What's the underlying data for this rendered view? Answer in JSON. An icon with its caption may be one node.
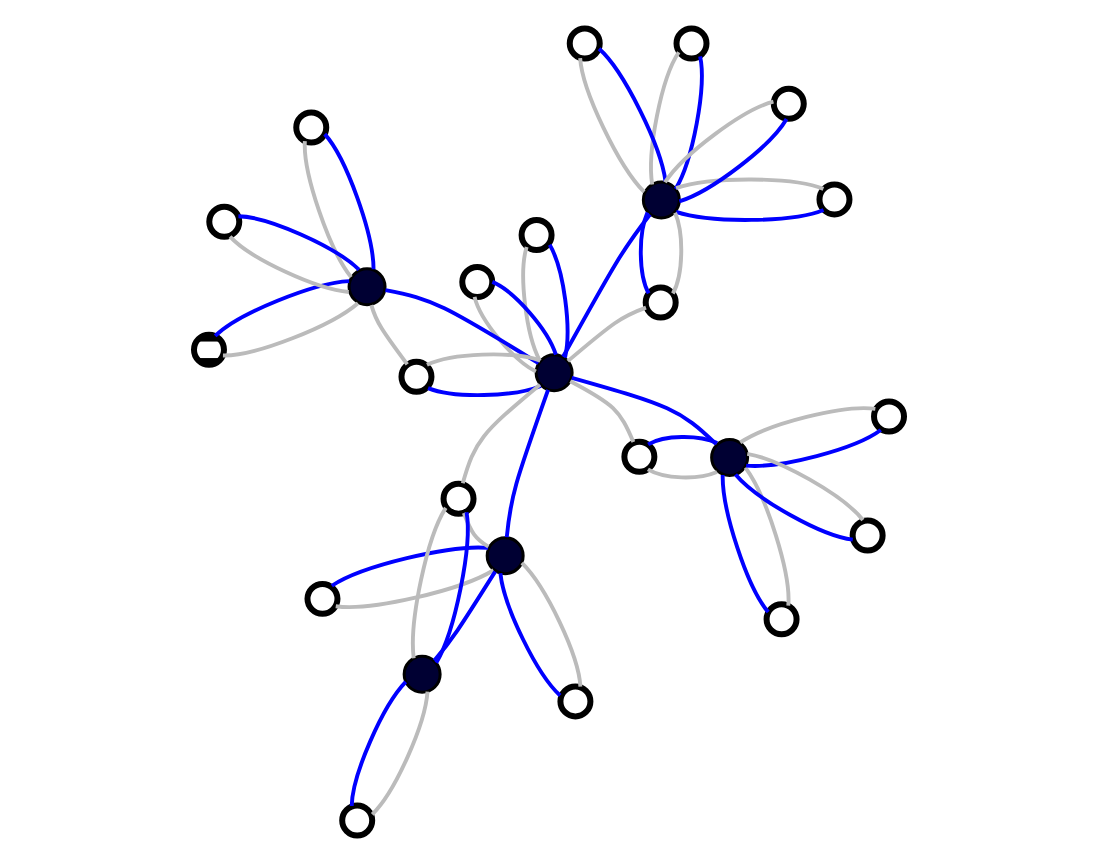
{
  "diagram": {
    "nodes": [
      {
        "text": [],
        "shape": "dot"
      },
      {
        "text": [],
        "shape": "dot"
      },
      {
        "text": [],
        "shape": "circle"
      },
      {
        "text": [],
        "shape": "circle"
      },
      {
        "text": [],
        "shape": "circle"
      },
      {
        "text": [],
        "shape": "circle"
      },
      {
        "text": [],
        "shape": "dot"
      },
      {
        "text": [],
        "shape": "circle"
      },
      {
        "text": [],
        "shape": "circle"
      },
      {
        "text": [],
        "shape": "dot"
      },
      {
        "text": [],
        "shape": "circle"
      },
      {
        "text": [],
        "shape": "circle"
      },
      {
        "text": [],
        "shape": "dot"
      },
      {
        "text": [],
        "shape": "circle"
      },
      {
        "text": [],
        "shape": "circle"
      },
      {
        "text": [],
        "shape": "circle"
      },
      {
        "text": [],
        "shape": "circle"
      },
      {
        "text": [],
        "shape": "circle"
      },
      {
        "text": [],
        "shape": "dot"
      },
      {
        "text": [],
        "shape": "circle"
      },
      {
        "text": [],
        "shape": "crossed-circle"
      },
      {
        "text": [],
        "shape": "circle"
      },
      {
        "text": [],
        "shape": "circle"
      },
      {
        "text": [],
        "shape": "circle"
      },
      {
        "text": [],
        "shape": "circle"
      }
    ],
    "edges": [
      {
        "from": 1,
        "to": 2,
        "arrow": "none",
        "color": "#bbbbbb"
      },
      {
        "from": 1,
        "to": 3,
        "arrow": "none",
        "color": "#bbbbbb"
      },
      {
        "from": 1,
        "to": 4,
        "arrow": "none",
        "color": "#bbbbbb"
      },
      {
        "from": 1,
        "to": 5,
        "arrow": "none",
        "color": "#bbbbbb"
      },
      {
        "from": 5,
        "to": 0,
        "arrow": "none",
        "color": "#bbbbbb"
      },
      {
        "from": 6,
        "to": 7,
        "arrow": "none",
        "color": "#bbbbbb"
      },
      {
        "from": 6,
        "to": 8,
        "arrow": "none",
        "color": "#bbbbbb"
      },
      {
        "from": 6,
        "to": 11,
        "arrow": "none",
        "color": "#bbbbbb"
      },
      {
        "from": 9,
        "to": 10,
        "arrow": "none",
        "color": "#bbbbbb"
      },
      {
        "from": 9,
        "to": 11,
        "arrow": "none",
        "color": "#bbbbbb"
      },
      {
        "from": 11,
        "to": 0,
        "arrow": "none",
        "color": "#bbbbbb"
      },
      {
        "from": 12,
        "to": 13,
        "arrow": "none",
        "color": "#bbbbbb"
      },
      {
        "from": 12,
        "to": 14,
        "arrow": "none",
        "color": "#bbbbbb"
      },
      {
        "from": 12,
        "to": 15,
        "arrow": "none",
        "color": "#bbbbbb"
      },
      {
        "from": 12,
        "to": 16,
        "arrow": "none",
        "color": "#bbbbbb"
      },
      {
        "from": 12,
        "to": 17,
        "arrow": "none",
        "color": "#bbbbbb"
      },
      {
        "from": 17,
        "to": 0,
        "arrow": "none",
        "color": "#bbbbbb"
      },
      {
        "from": 18,
        "to": 19,
        "arrow": "none",
        "color": "#bbbbbb"
      },
      {
        "from": 18,
        "to": 20,
        "arrow": "none",
        "color": "#bbbbbb"
      },
      {
        "from": 18,
        "to": 21,
        "arrow": "none",
        "color": "#bbbbbb"
      },
      {
        "from": 18,
        "to": 22,
        "arrow": "none",
        "color": "#bbbbbb"
      },
      {
        "from": 22,
        "to": 0,
        "arrow": "none",
        "color": "#bbbbbb"
      },
      {
        "from": 0,
        "to": 23,
        "arrow": "none",
        "color": "#bbbbbb"
      },
      {
        "from": 0,
        "to": 24,
        "arrow": "none",
        "color": "#bbbbbb"
      },
      {
        "from": 1,
        "to": 2,
        "arrow": "none",
        "color": "#0000ff"
      },
      {
        "from": 1,
        "to": 3,
        "arrow": "none",
        "color": "#0000ff"
      },
      {
        "from": 1,
        "to": 4,
        "arrow": "none",
        "color": "#0000ff"
      },
      {
        "from": 1,
        "to": 5,
        "arrow": "none",
        "color": "#0000ff"
      },
      {
        "from": 1,
        "to": 0,
        "arrow": "none",
        "color": "#0000ff"
      },
      {
        "from": 6,
        "to": 7,
        "arrow": "none",
        "color": "#0000ff"
      },
      {
        "from": 6,
        "to": 8,
        "arrow": "none",
        "color": "#0000ff"
      },
      {
        "from": 6,
        "to": 9,
        "arrow": "none",
        "color": "#0000ff"
      },
      {
        "from": 9,
        "to": 10,
        "arrow": "none",
        "color": "#0000ff"
      },
      {
        "from": 9,
        "to": 11,
        "arrow": "none",
        "color": "#0000ff"
      },
      {
        "from": 6,
        "to": 0,
        "arrow": "none",
        "color": "#0000ff"
      },
      {
        "from": 12,
        "to": 13,
        "arrow": "none",
        "color": "#0000ff"
      },
      {
        "from": 12,
        "to": 14,
        "arrow": "none",
        "color": "#0000ff"
      },
      {
        "from": 12,
        "to": 15,
        "arrow": "none",
        "color": "#0000ff"
      },
      {
        "from": 12,
        "to": 16,
        "arrow": "none",
        "color": "#0000ff"
      },
      {
        "from": 12,
        "to": 17,
        "arrow": "none",
        "color": "#0000ff"
      },
      {
        "from": 12,
        "to": 0,
        "arrow": "none",
        "color": "#0000ff"
      },
      {
        "from": 18,
        "to": 19,
        "arrow": "none",
        "color": "#0000ff"
      },
      {
        "from": 18,
        "to": 20,
        "arrow": "none",
        "color": "#0000ff"
      },
      {
        "from": 18,
        "to": 21,
        "arrow": "none",
        "color": "#0000ff"
      },
      {
        "from": 18,
        "to": 0,
        "arrow": "none",
        "color": "#0000ff"
      },
      {
        "from": 0,
        "to": 22,
        "arrow": "none",
        "color": "#0000ff"
      },
      {
        "from": 0,
        "to": 23,
        "arrow": "none",
        "color": "#0000ff"
      },
      {
        "from": 0,
        "to": 24,
        "arrow": "none",
        "color": "#0000ff"
      }
    ]
  }
}
